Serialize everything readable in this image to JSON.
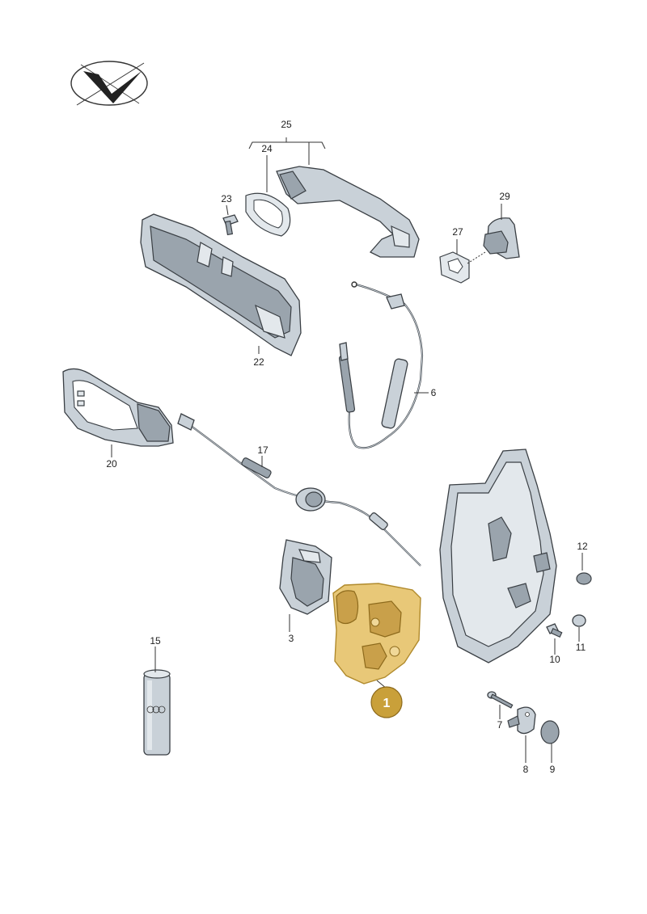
{
  "labels": {
    "p1": "1",
    "p3": "3",
    "p6": "6",
    "p7": "7",
    "p8": "8",
    "p9": "9",
    "p10": "10",
    "p11": "11",
    "p12": "12",
    "p15": "15",
    "p17": "17",
    "p20": "20",
    "p22": "22",
    "p23": "23",
    "p24": "24",
    "p25": "25",
    "p27": "27",
    "p29": "29"
  },
  "colors": {
    "highlight": "#e8c878",
    "badge": "#c9a03a",
    "part": "#c9d1d8"
  },
  "icons": {
    "logo": "direction-arrow-logo"
  }
}
